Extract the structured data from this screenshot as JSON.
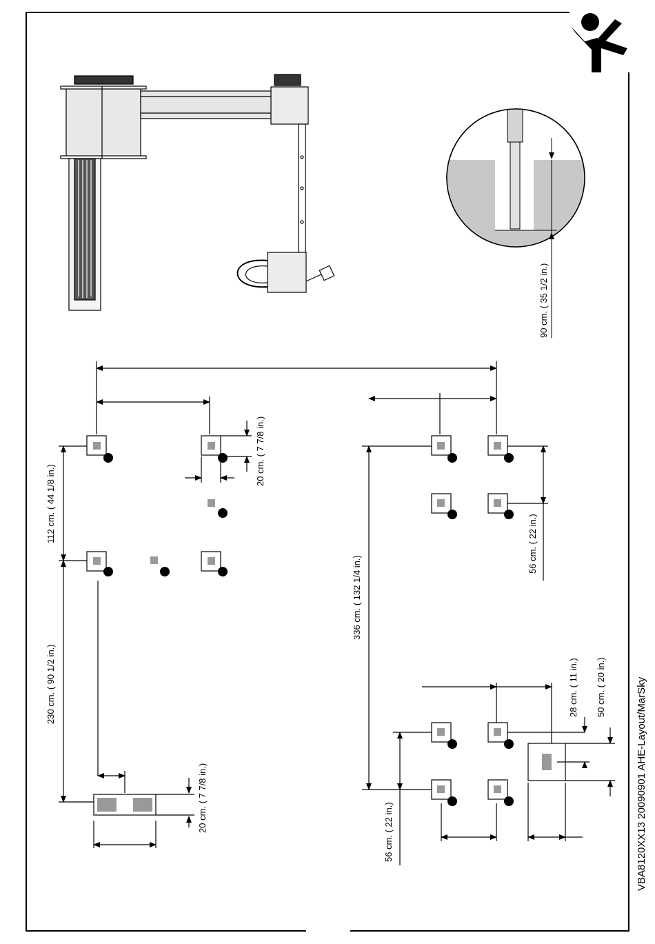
{
  "document": {
    "code": "VBA8120XX13 20090901 AHE-Layout/MarSky",
    "brand_icon": "jumping-figure-logo"
  },
  "detail": {
    "depth_label": "90 cm. ( 35 1/2 in.)"
  },
  "dimensions": {
    "left_spacing_1": "112 cm. ( 44 1/8 in.)",
    "left_spacing_2": "230 cm. ( 90 1/2 in.)",
    "footing_size_top": "20 cm. ( 7 7/8 in.)",
    "footing_size_bottom": "20 cm. ( 7 7/8 in.)",
    "right_overall": "336 cm. ( 132 1/4 in.)",
    "right_spacing_top": "56 cm. ( 22 in.)",
    "right_spacing_bottom": "56 cm. ( 22 in.)",
    "right_offset_small": "28 cm. ( 11 in.)",
    "right_offset_large": "50 cm. ( 20 in.)"
  }
}
